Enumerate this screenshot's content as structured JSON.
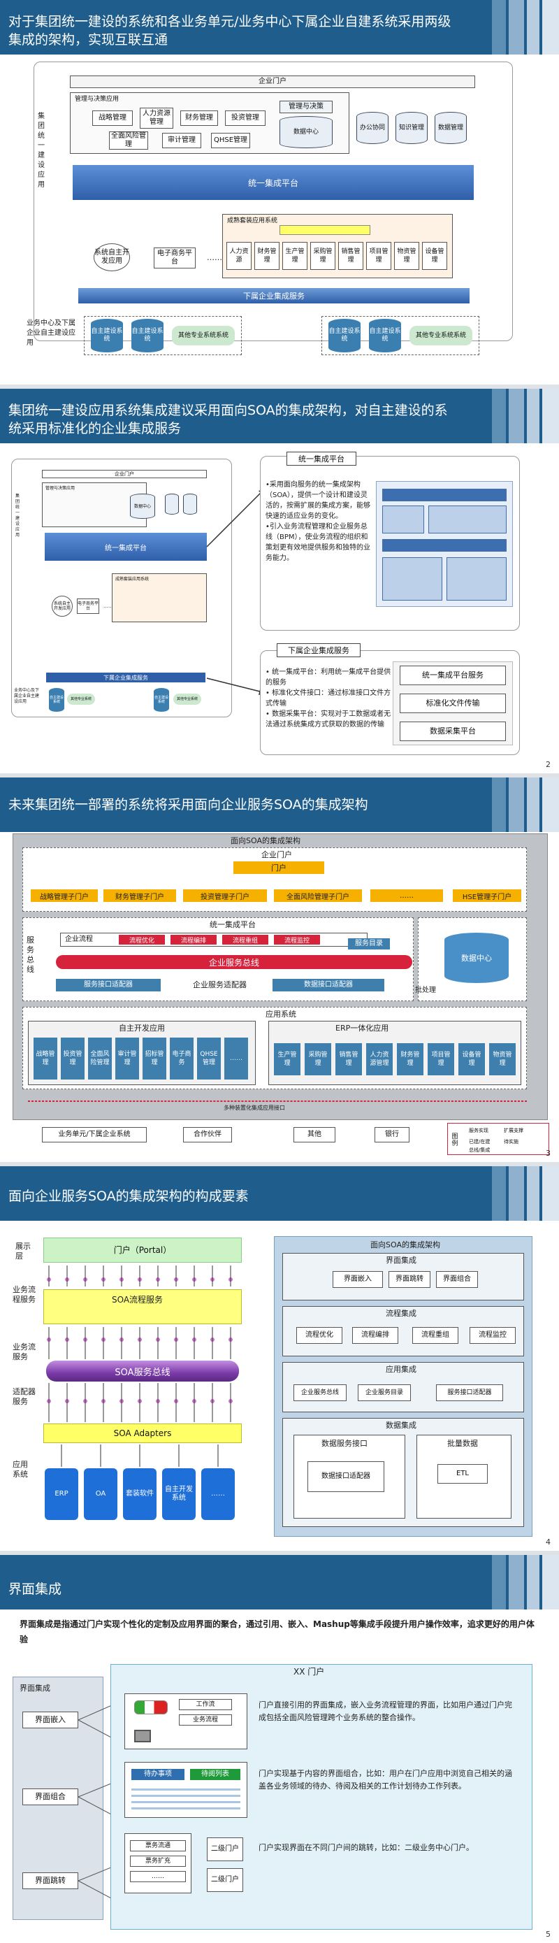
{
  "colors": {
    "header": "#1f5d8c",
    "platform": "#2f5fa8",
    "light": "#ebeef3",
    "orange": "#f5b000",
    "red": "#d6233b",
    "purple": "#7a3aa8",
    "yellow": "#ffff66",
    "green": "#cce9cf"
  },
  "slide1": {
    "title": "对于集团统一建设的系统和各业务单元/业务中心下属企业自建系统采用两级集成的架构，实现互联互通",
    "side_label_top": "集团统一建设应用",
    "side_label_bottom": "业务中心及下属企业自主建设应用",
    "portal": "企业门户",
    "mgmt_group": "管理与决策应用",
    "mgmt_items": [
      "战略管理",
      "人力资源管理",
      "财务管理",
      "投资管理",
      "全面风险管理",
      "审计管理",
      "QHSE管理"
    ],
    "decision": "管理与决策",
    "datacenter": "数据中心",
    "dbs": [
      "办公协同",
      "知识管理",
      "数据管理"
    ],
    "platform": "统一集成平台",
    "packaged_title": "成熟套装应用系统",
    "packaged_items": [
      "人力资源",
      "财务管理",
      "生产管理",
      "采购管理",
      "销售管理",
      "项目管理",
      "物资管理",
      "设备管理"
    ],
    "left_systems": [
      "系统自主开发应用",
      "电子商务平台"
    ],
    "ellipsis": "……",
    "subsidiary": "下属企业集成服务",
    "bottom_left": [
      "自主建设系统",
      "自主建设系统",
      "其他专业系统系统"
    ],
    "bottom_right": [
      "自主建设系统",
      "自主建设系统",
      "其他专业系统系统"
    ]
  },
  "slide2": {
    "title": "集团统一建设应用系统集成建议采用面向SOA的集成架构，对自主建设的系统采用标准化的企业集成服务",
    "platform_label": "统一集成平台",
    "platform_text": "•采用面向服务的统一集成架构（SOA），提供一个设计和建设灵活的，按需扩展的集成方案，能够快速的适应业务的变化。\n•引入业务流程管理和企业服务总线（BPM），使业务流程的组织和策划更有效地提供服务和独特的业务能力。",
    "subsidiary_label": "下属企业集成服务",
    "subsidiary_text": "• 统一集成平台：利用统一集成平台提供的服务\n• 标准化文件接口：通过标准接口文件方式传输\n• 数据采集平台：实现对于工数据或者无法通过系统集成方式获取的数据的传输",
    "right_buttons": [
      "统一集成平台服务",
      "标准化文件传输",
      "数据采集平台"
    ],
    "mini": {
      "portal": "企业门户",
      "mgmt": "管理与决策应用",
      "datacenter": "数据中心",
      "platform": "统一集成平台",
      "packaged": "成熟套装应用系统",
      "subsidiary": "下属企业集成服务",
      "side_top": "集团统一建设应用",
      "side_bottom": "业务中心及下属企业自主建设应用",
      "left_systems": [
        "系统自主开发应用",
        "电子商务平台"
      ],
      "ellipsis": "……",
      "bottom": [
        "自主建设系统",
        "其他专业系统"
      ]
    },
    "page": "2"
  },
  "slide3": {
    "title": "未来集团统一部署的系统将采用面向企业服务SOA的集成架构",
    "arch_title": "面向SOA的集成架构",
    "portal": "企业门户",
    "portal_bar": "门户",
    "subportals": [
      "战略管理子门户",
      "财务管理子门户",
      "投资管理子门户",
      "全面风险管理子门户",
      "……",
      "HSE管理子门户"
    ],
    "service_line": "服务总线",
    "platform": "统一集成平台",
    "enterprise_flow": "企业流程",
    "flow_items": [
      "流程优化",
      "流程编排",
      "流程重组",
      "流程监控"
    ],
    "service_catalog": "服务目录",
    "esb": "企业服务总线",
    "adapter_left": "服务接口适配器",
    "adapter_mid": "企业服务适配器",
    "adapter_right": "数据接口适配器",
    "datacenter": "数据中心",
    "etl": "批处理",
    "app_sys": "应用系统",
    "self_dev": "自主开发应用",
    "self_items": [
      "战略管理",
      "投资管理",
      "全面风险管理",
      "审计管理",
      "招标管理",
      "电子商务",
      "QHSE管理",
      "……"
    ],
    "erp": "ERP一体化应用",
    "erp_items": [
      "生产管理",
      "采购管理",
      "销售管理",
      "人力资源管理",
      "财务管理",
      "项目管理",
      "设备管理",
      "物资管理"
    ],
    "bottom_bar": "多种装置化集成应用接口",
    "bottom_items": [
      "业务单元/下属企业系统",
      "合作伙伴",
      "其他",
      "银行"
    ],
    "legend_label": "图例",
    "legend_items": [
      "服务实现",
      "扩展支撑",
      "已建/在建",
      "待实施",
      "总线/集成"
    ],
    "page": "3"
  },
  "slide4": {
    "title": "面向企业服务SOA的集成架构的构成要素",
    "layers": [
      "展示层",
      "业务流程服务",
      "业务流服务",
      "适配器服务",
      "应用系统"
    ],
    "portal": "门户（Portal）",
    "soa_flow": "SOA流程服务",
    "soa_bus": "SOA服务总线",
    "adapters": "SOA Adapters",
    "apps": [
      "ERP",
      "OA",
      "套装软件",
      "自主开发系统",
      "……"
    ],
    "right_title": "面向SOA的集成架构",
    "ui_title": "界面集成",
    "ui_items": [
      "界面嵌入",
      "界面跳转",
      "界面组合"
    ],
    "flow_title": "流程集成",
    "flow_items": [
      "流程优化",
      "流程编排",
      "流程重组",
      "流程监控"
    ],
    "app_title": "应用集成",
    "app_items": [
      "企业服务总线",
      "企业服务目录",
      "服务接口适配器"
    ],
    "data_title": "数据集成",
    "data_iface": "数据服务接口",
    "data_adapter": "数据接口适配器",
    "batch": "批量数据",
    "etl": "ETL",
    "page": "4"
  },
  "slide5": {
    "title": "界面集成",
    "intro": "界面集成是指通过门户实现个性化的定制及应用界面的聚合，通过引用、嵌入、Mashup等集成手段提升用户操作效率，追求更好的用户体验",
    "left_title": "界面集成",
    "left_items": [
      "界面嵌入",
      "界面组合",
      "界面跳转"
    ],
    "portal_title": "XX 门户",
    "mock1": [
      "工作流",
      "业务流程"
    ],
    "mock2": [
      "待办事项",
      "待阅列表"
    ],
    "mock3": [
      "票务流通",
      "票务扩充",
      "……"
    ],
    "second_portal": [
      "二级门户",
      "二级门户"
    ],
    "desc1": "门户直接引用的界面集成，嵌入业务流程管理的界面，比如用户通过门户完成包括全面风险管理跨个业务系统的整合操作。",
    "desc2": "门户实现基于内容的界面组合，比如：用户在门户应用中浏览自己相关的涵盖各业务领域的待办、待阅及相关的工作计划待办工作列表。",
    "desc3": "门户实现界面在不同门户间的跳转，比如：二级业务中心门户。",
    "page": "5"
  }
}
